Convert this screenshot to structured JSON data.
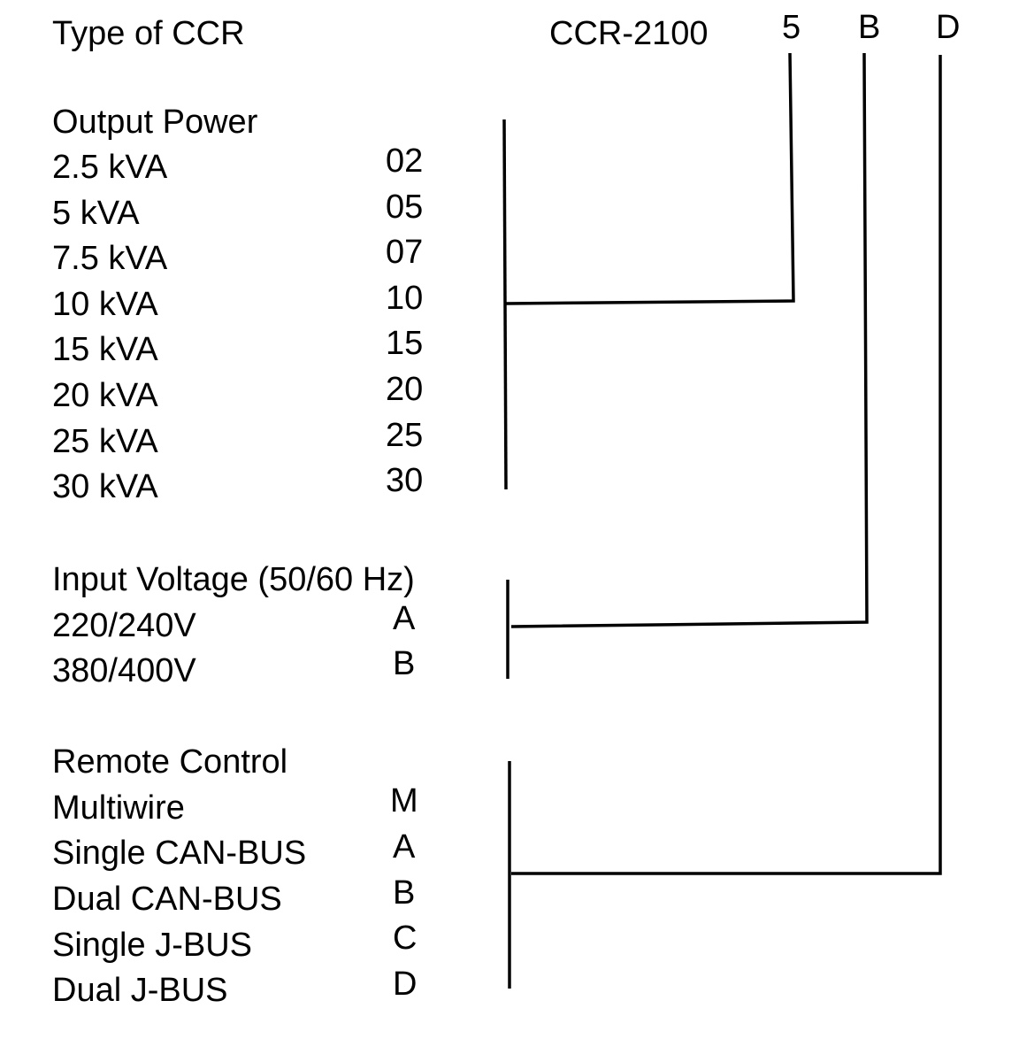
{
  "header": {
    "label": "Type of CCR",
    "model": "CCR-2100",
    "selected_power": "5",
    "selected_voltage": "B",
    "selected_remote": "D"
  },
  "output_power": {
    "title": "Output Power",
    "items": [
      {
        "label": "2.5 kVA",
        "code": "02"
      },
      {
        "label": "5 kVA",
        "code": "05"
      },
      {
        "label": "7.5 kVA",
        "code": "07"
      },
      {
        "label": "10 kVA",
        "code": "10"
      },
      {
        "label": "15 kVA",
        "code": "15"
      },
      {
        "label": "20 kVA",
        "code": "20"
      },
      {
        "label": "25 kVA",
        "code": "25"
      },
      {
        "label": "30 kVA",
        "code": "30"
      }
    ]
  },
  "input_voltage": {
    "title": "Input Voltage (50/60 Hz)",
    "items": [
      {
        "label": "220/240V",
        "code": "A"
      },
      {
        "label": "380/400V",
        "code": "B"
      }
    ]
  },
  "remote_control": {
    "title": "Remote Control",
    "items": [
      {
        "label": "Multiwire",
        "code": "M"
      },
      {
        "label": "Single CAN-BUS",
        "code": "A"
      },
      {
        "label": "Dual CAN-BUS",
        "code": "B"
      },
      {
        "label": "Single J-BUS",
        "code": "C"
      },
      {
        "label": "Dual J-BUS",
        "code": "D"
      }
    ]
  }
}
